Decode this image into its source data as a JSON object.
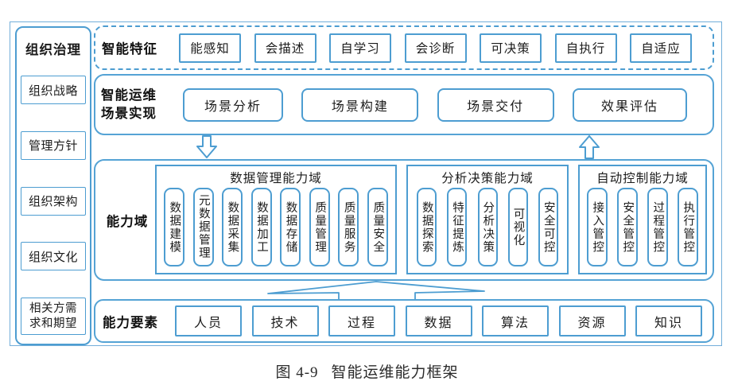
{
  "colors": {
    "border_blue": "#4d9dd1",
    "frame_blue": "#72aeda",
    "text_dark": "#1c1c1c"
  },
  "sidebar": {
    "title": "组织治理",
    "items": [
      "组织战略",
      "管理方针",
      "组织架构",
      "组织文化",
      "相关方需求和期望"
    ]
  },
  "features": {
    "label": "智能特征",
    "items": [
      "能感知",
      "会描述",
      "自学习",
      "会诊断",
      "可决策",
      "自执行",
      "自适应"
    ]
  },
  "scenes": {
    "label_line1": "智能运维",
    "label_line2": "场景实现",
    "items": [
      "场景分析",
      "场景构建",
      "场景交付",
      "效果评估"
    ]
  },
  "domains": {
    "label": "能力域",
    "groups": [
      {
        "title": "数据管理能力域",
        "items": [
          "数据建模",
          "元数据管理",
          "数据采集",
          "数据加工",
          "数据存储",
          "质量管理",
          "质量服务",
          "质量安全"
        ]
      },
      {
        "title": "分析决策能力域",
        "items": [
          "数据探索",
          "特征提炼",
          "分析决策",
          "可视化",
          "安全可控"
        ]
      },
      {
        "title": "自动控制能力域",
        "items": [
          "接入管控",
          "安全管控",
          "过程管控",
          "执行管控"
        ]
      }
    ]
  },
  "elements": {
    "label": "能力要素",
    "items": [
      "人员",
      "技术",
      "过程",
      "数据",
      "算法",
      "资源",
      "知识"
    ]
  },
  "caption": {
    "label": "图 4-9",
    "title": "智能运维能力框架"
  }
}
